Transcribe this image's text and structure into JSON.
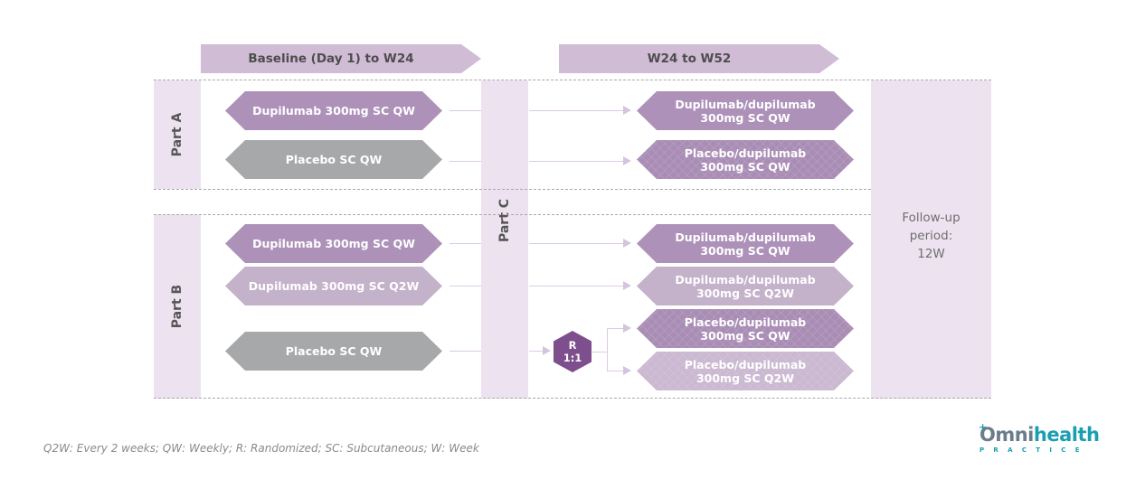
{
  "phases": [
    {
      "label": "Baseline (Day 1) to W24"
    },
    {
      "label": "W24 to W52"
    }
  ],
  "parts": {
    "a": "Part A",
    "b": "Part B",
    "c": "Part C"
  },
  "part_a": {
    "baseline_arms": [
      {
        "label": "Dupilumab 300mg SC QW",
        "style": "dupilumab-qw"
      },
      {
        "label": "Placebo SC QW",
        "style": "placebo"
      }
    ],
    "extension_arms": [
      {
        "line1": "Dupilumab/dupilumab",
        "line2": "300mg SC QW",
        "style": "dupilumab-qw"
      },
      {
        "line1": "Placebo/dupilumab",
        "line2": "300mg SC QW",
        "style": "placebo-switch-qw"
      }
    ]
  },
  "part_b": {
    "baseline_arms": [
      {
        "label": "Dupilumab 300mg SC QW",
        "style": "dupilumab-qw"
      },
      {
        "label": "Dupilumab 300mg SC Q2W",
        "style": "dupilumab-q2w"
      },
      {
        "label": "Placebo SC QW",
        "style": "placebo"
      }
    ],
    "extension_arms": [
      {
        "line1": "Dupilumab/dupilumab",
        "line2": "300mg SC QW",
        "style": "dupilumab-qw"
      },
      {
        "line1": "Dupilumab/dupilumab",
        "line2": "300mg SC Q2W",
        "style": "dupilumab-q2w"
      },
      {
        "line1": "Placebo/dupilumab",
        "line2": "300mg SC QW",
        "style": "placebo-switch-qw"
      },
      {
        "line1": "Placebo/dupilumab",
        "line2": "300mg SC Q2W",
        "style": "placebo-switch-q2w"
      }
    ]
  },
  "randomization": {
    "line1": "R",
    "line2": "1:1"
  },
  "followup": {
    "line1": "Follow-up",
    "line2": "period:",
    "line3": "12W"
  },
  "footnote": "Q2W: Every 2 weeks; QW: Weekly; R: Randomized; SC: Subcutaneous; W: Week",
  "logo": {
    "prefix": "Omni",
    "main": "health",
    "sub": "PRACTICE"
  },
  "colors": {
    "phase_header": "#d0bcd5",
    "band": "#ede3f0",
    "dupilumab_qw": "#ad91b9",
    "dupilumab_q2w": "#c4b1ca",
    "placebo": "#a7a8aa",
    "randomization": "#7d4f8d",
    "logo_teal": "#1a9fb1"
  }
}
